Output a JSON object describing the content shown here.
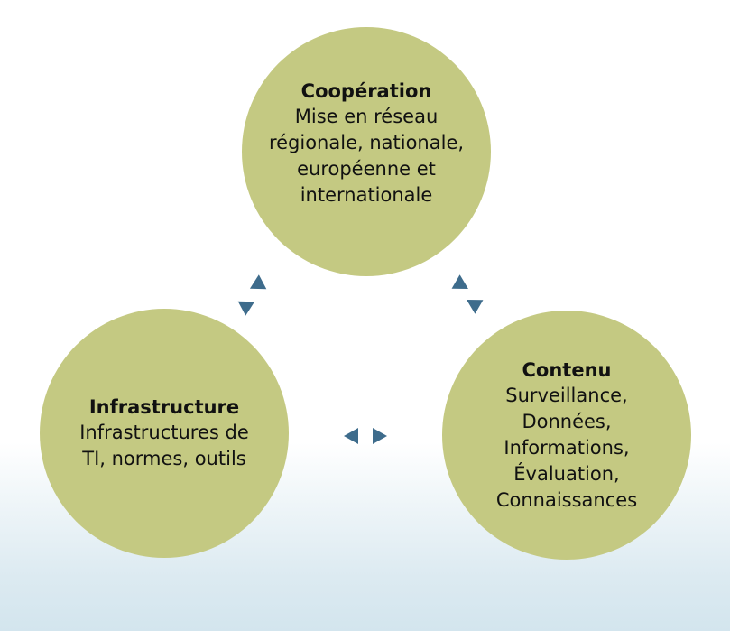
{
  "cooperation": {
    "title": "Coopération",
    "body": "Mise en réseau\nrégionale, nationale,\neuropéenne et\ninternationale"
  },
  "infrastructure": {
    "title": "Infrastructure",
    "body": "Infrastructures de\nTI, normes, outils"
  },
  "contenu": {
    "title": "Contenu",
    "body": "Surveillance,\nDonnées,\nInformations,\nÉvaluation,\nConnaissances"
  },
  "colors": {
    "circle_fill": "#c4c982",
    "arrow": "#3e6c8c",
    "background_bottom": "#d3e5ee"
  },
  "icons": {
    "connector": "bidirectional-arrow-icon"
  }
}
